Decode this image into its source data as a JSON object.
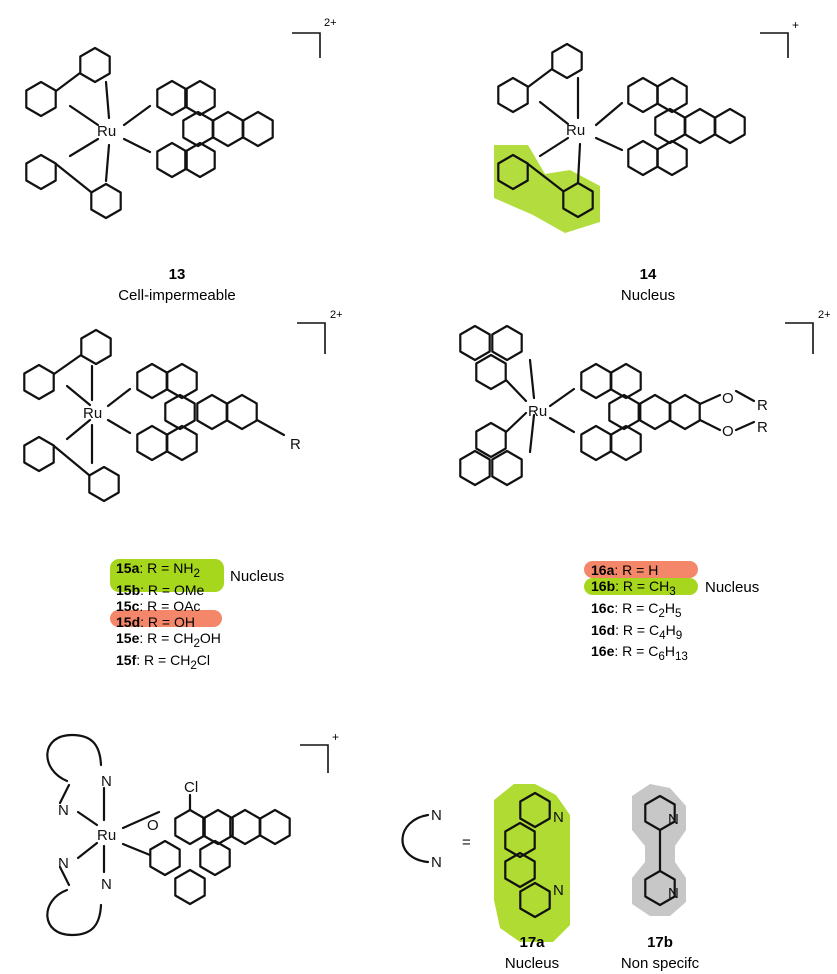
{
  "compounds": {
    "c13": {
      "id": "13",
      "caption": "Cell-impermeable",
      "charge": "2+"
    },
    "c14": {
      "id": "14",
      "caption": "Nucleus",
      "charge": "+"
    },
    "c15": {
      "charge": "2+",
      "r_label": "R",
      "items": [
        {
          "id": "15a",
          "text": ": R = NH",
          "sub": "2",
          "highlight": "green"
        },
        {
          "id": "15b",
          "text": ": R = OMe",
          "sub": "",
          "highlight": "green"
        },
        {
          "id": "15c",
          "text": ": R = OAc",
          "sub": "",
          "highlight": "none"
        },
        {
          "id": "15d",
          "text": ": R = OH",
          "sub": "",
          "highlight": "salmon"
        },
        {
          "id": "15e",
          "text": ": R = CH",
          "sub": "2",
          "tail": "OH",
          "highlight": "none"
        },
        {
          "id": "15f",
          "text": ": R = CH",
          "sub": "2",
          "tail": "Cl",
          "highlight": "none"
        }
      ],
      "group_note": "Nucleus"
    },
    "c16": {
      "charge": "2+",
      "r_label": "R",
      "o_label": "O",
      "items": [
        {
          "id": "16a",
          "text": ": R = H",
          "highlight": "salmon"
        },
        {
          "id": "16b",
          "text": ": R = CH",
          "sub": "3",
          "highlight": "green"
        },
        {
          "id": "16c",
          "text": ": R = C",
          "sub": "2",
          "tail": "H",
          "sub2": "5",
          "highlight": "none"
        },
        {
          "id": "16d",
          "text": ": R = C",
          "sub": "4",
          "tail": "H",
          "sub2": "9",
          "highlight": "none"
        },
        {
          "id": "16e",
          "text": ": R = C",
          "sub": "6",
          "tail": "H",
          "sub2": "13",
          "highlight": "none"
        }
      ],
      "group_note": "Nucleus"
    },
    "c17": {
      "charge": "+",
      "cl_label": "Cl",
      "o_label": "O",
      "equals": "=",
      "a": {
        "id": "17a",
        "caption": "Nucleus"
      },
      "b": {
        "id": "17b",
        "caption": "Non specifc"
      }
    }
  },
  "atoms": {
    "ru": "Ru",
    "n": "N"
  },
  "colors": {
    "green": "#a6d71c",
    "salmon": "#f4876a",
    "grey": "#c4c4c4"
  }
}
